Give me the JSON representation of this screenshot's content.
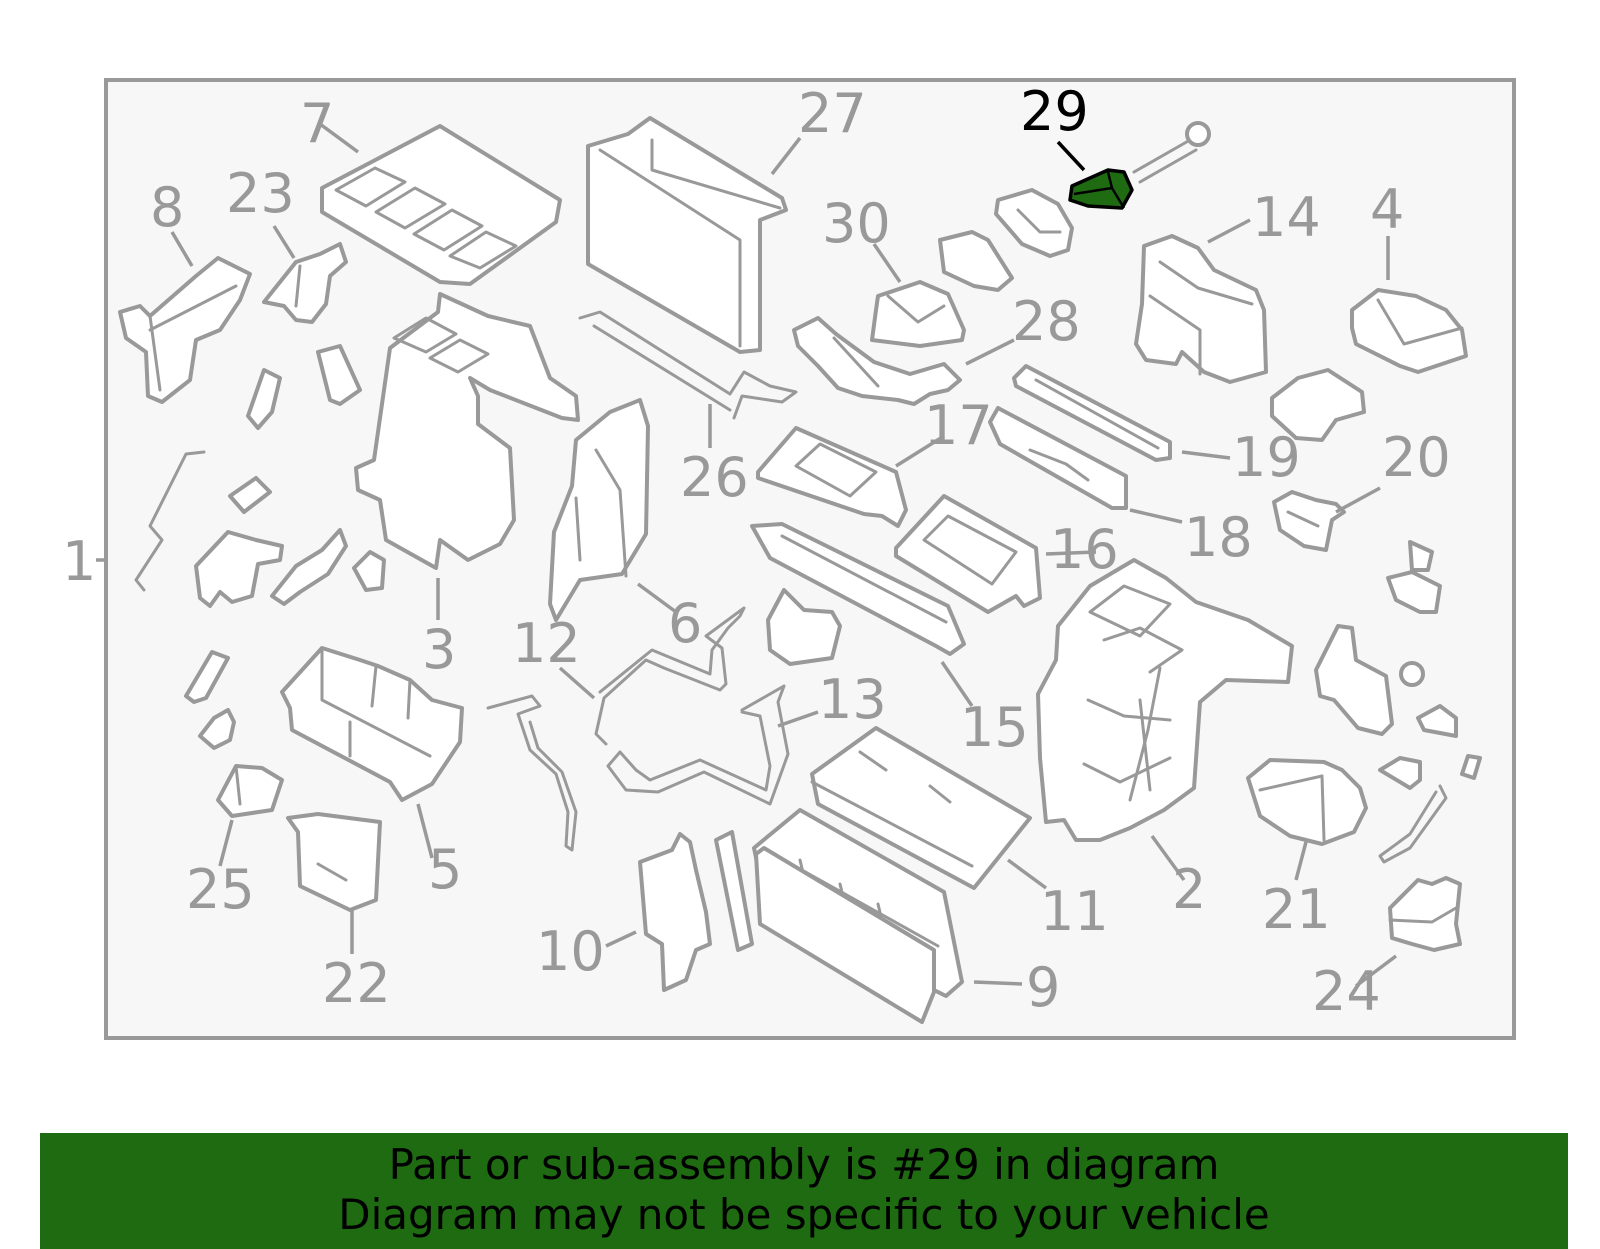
{
  "diagram": {
    "callouts": [
      {
        "id": "1",
        "label": "1"
      },
      {
        "id": "2",
        "label": "2"
      },
      {
        "id": "3",
        "label": "3"
      },
      {
        "id": "4",
        "label": "4"
      },
      {
        "id": "5",
        "label": "5"
      },
      {
        "id": "6",
        "label": "6"
      },
      {
        "id": "7",
        "label": "7"
      },
      {
        "id": "8",
        "label": "8"
      },
      {
        "id": "9",
        "label": "9"
      },
      {
        "id": "10",
        "label": "10"
      },
      {
        "id": "11",
        "label": "11"
      },
      {
        "id": "12",
        "label": "12"
      },
      {
        "id": "13",
        "label": "13"
      },
      {
        "id": "14",
        "label": "14"
      },
      {
        "id": "15",
        "label": "15"
      },
      {
        "id": "16",
        "label": "16"
      },
      {
        "id": "17",
        "label": "17"
      },
      {
        "id": "18",
        "label": "18"
      },
      {
        "id": "19",
        "label": "19"
      },
      {
        "id": "20",
        "label": "20"
      },
      {
        "id": "21",
        "label": "21"
      },
      {
        "id": "22",
        "label": "22"
      },
      {
        "id": "23",
        "label": "23"
      },
      {
        "id": "24",
        "label": "24"
      },
      {
        "id": "25",
        "label": "25"
      },
      {
        "id": "26",
        "label": "26"
      },
      {
        "id": "27",
        "label": "27"
      },
      {
        "id": "28",
        "label": "28"
      },
      {
        "id": "29",
        "label": "29"
      },
      {
        "id": "30",
        "label": "30"
      }
    ],
    "highlighted_part": "29",
    "colors": {
      "frame_background": "#f7f7f7",
      "frame_border": "#999999",
      "line_art": "#999999",
      "highlight_fill": "#1e6b12",
      "highlight_label": "#000000",
      "banner_background": "#1e6b12"
    }
  },
  "banner": {
    "line1": "Part or sub-assembly is #29 in diagram",
    "line2": "Diagram may not be specific to your vehicle"
  }
}
